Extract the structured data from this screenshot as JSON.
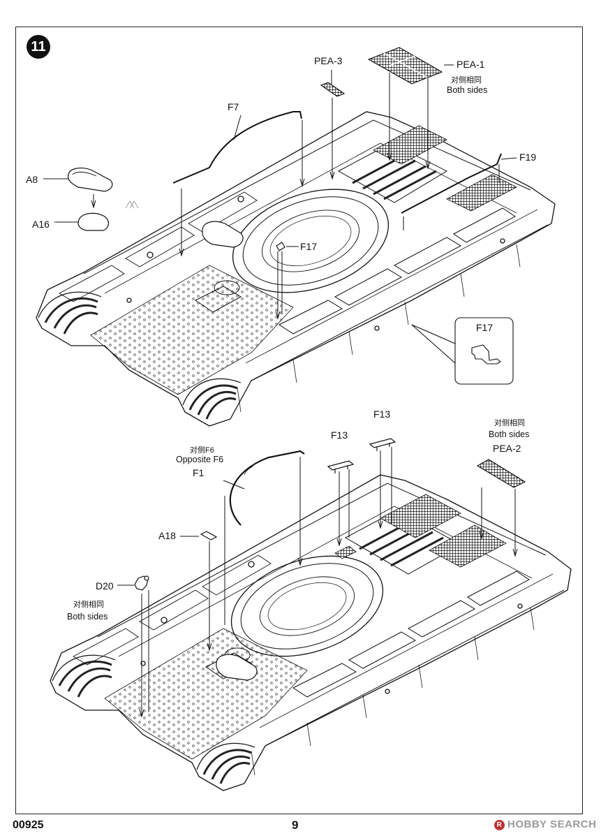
{
  "page": {
    "step_number": "11",
    "product_code": "00925",
    "page_number": "9",
    "watermark": "HOBBY SEARCH",
    "watermark_mark": "R"
  },
  "top_diagram": {
    "labels": {
      "pea3": "PEA-3",
      "pea1": "PEA-1",
      "pea1_note_cn": "对侧相同",
      "pea1_note_en": "Both sides",
      "f7": "F7",
      "f19": "F19",
      "a8": "A8",
      "a16": "A16",
      "f17": "F17",
      "f17_detail": "F17"
    }
  },
  "bottom_diagram": {
    "labels": {
      "f13_left": "F13",
      "f13_right": "F13",
      "pea2_note_cn": "对侧相同",
      "pea2_note_en": "Both sides",
      "pea2": "PEA-2",
      "f1_note_cn": "对侧F6",
      "f1_note_en": "Opposite F6",
      "f1": "F1",
      "a18": "A18",
      "d20": "D20",
      "d20_note_cn": "对侧相同",
      "d20_note_en": "Both sides"
    }
  }
}
